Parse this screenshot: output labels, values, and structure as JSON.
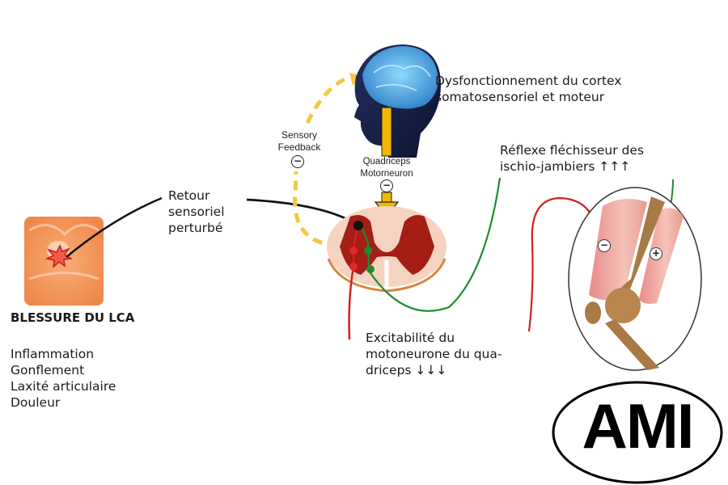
{
  "injury": {
    "title": "BLESSURE DU LCA",
    "symptoms": [
      "Inflammation",
      "Gonflement",
      "Laxité articulaire",
      "Douleur"
    ]
  },
  "labels": {
    "sensory_return": "Retour\nsensoriel\nperturbé",
    "cortex": "Dysfonctionnement du cortex\nsomatosensoriel et moteur",
    "sensory_feedback": "Sensory\nFeedback",
    "quadriceps_motorneuron": "Quadriceps\nMotorneuron",
    "excitability": "Excitabilité du\nmotoneurone du qua-\ndriceps ↓↓↓",
    "hamstring_reflex": "Réflexe fléchisseur des\nischio-jambiers ↑↑↑",
    "ami": "AMI"
  },
  "signs": {
    "feedback": "−",
    "motorneuron": "−",
    "quadriceps_muscle": "−",
    "hamstring_muscle": "+"
  },
  "colors": {
    "feedback_arrow": "#f5c842",
    "motor_arrow": "#f2b705",
    "inhibitory_path": "#d42020",
    "excitatory_path": "#1e8c2e",
    "grey_matter": "#a41e16",
    "white_matter": "#f6d3c0"
  }
}
